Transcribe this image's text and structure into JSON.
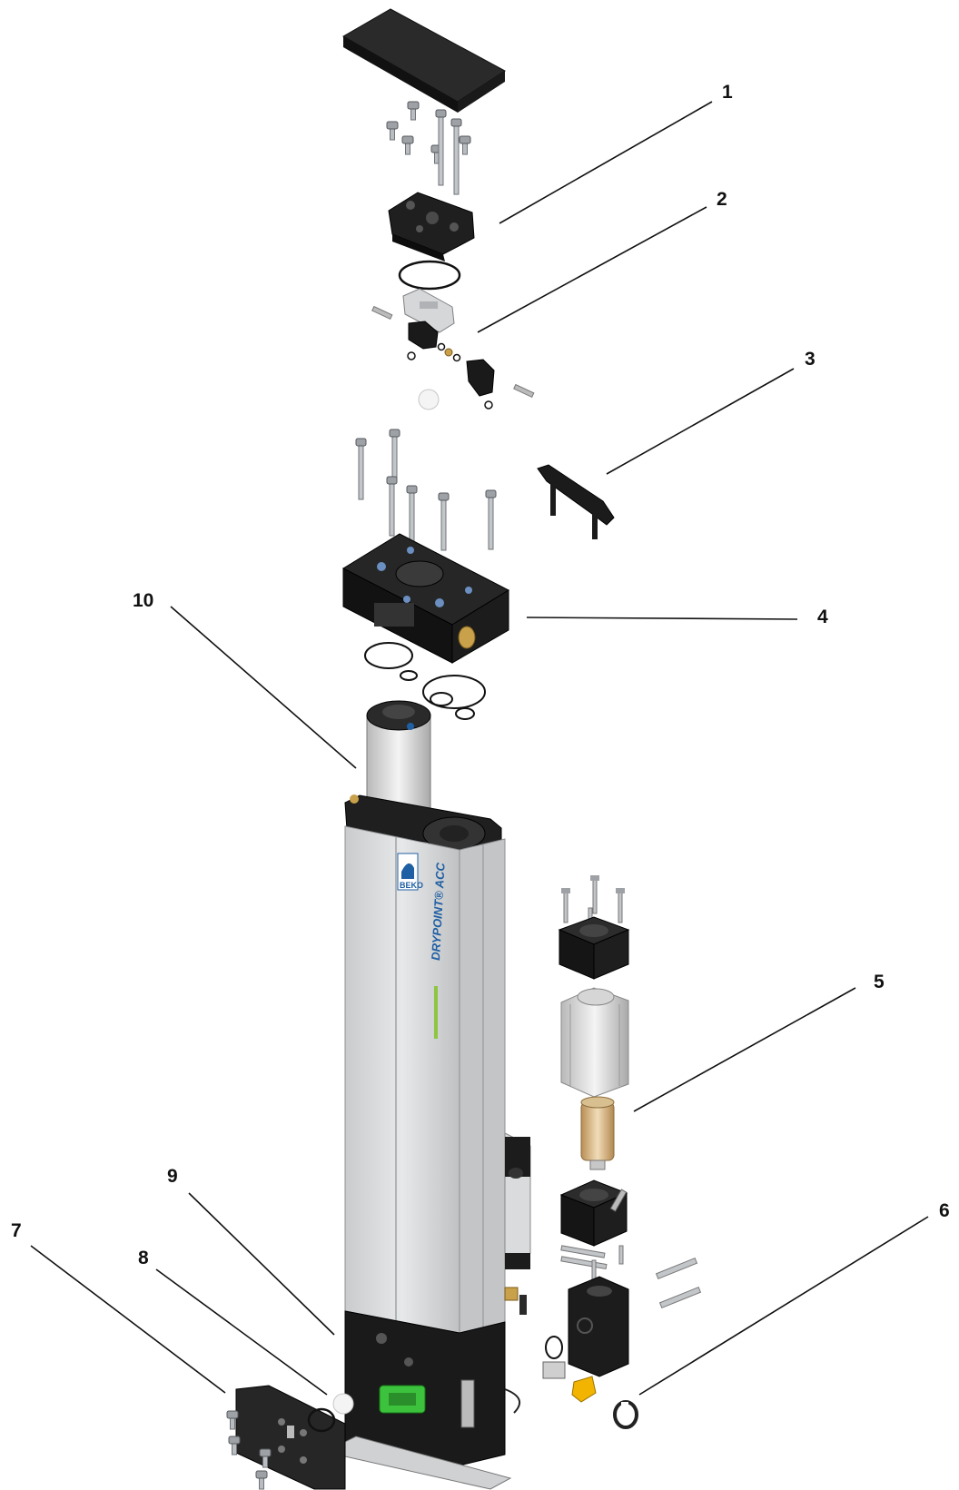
{
  "callouts": [
    {
      "id": "1",
      "label": "1"
    },
    {
      "id": "2",
      "label": "2"
    },
    {
      "id": "3",
      "label": "3"
    },
    {
      "id": "4",
      "label": "4"
    },
    {
      "id": "5",
      "label": "5"
    },
    {
      "id": "6",
      "label": "6"
    },
    {
      "id": "7",
      "label": "7"
    },
    {
      "id": "8",
      "label": "8"
    },
    {
      "id": "9",
      "label": "9"
    },
    {
      "id": "10",
      "label": "10"
    }
  ],
  "product": {
    "brand_text": "DRYPOINT® ACC",
    "logo_text": "BEKO"
  },
  "colors": {
    "body_gray": "#d8dadc",
    "dark_part": "#1e1e1e",
    "accent_green": "#8dc63f",
    "accent_blue": "#1f5fa3",
    "brass": "#c9a14a",
    "yellow": "#f2b400",
    "handle_green": "#3cc23c"
  }
}
